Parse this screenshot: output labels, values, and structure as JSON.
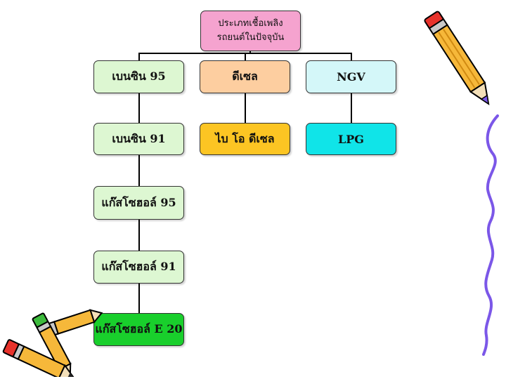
{
  "diagram": {
    "root": {
      "line1": "ประเภทเชื้อเพลิง",
      "line2": "รถยนต์ในปัจจุบัน",
      "color": "#f5a3cf"
    },
    "nodes": {
      "benzin95": {
        "label": "เบนซิน 95",
        "color": "#ddf7d2"
      },
      "diesel": {
        "label": "ดีเซล",
        "color": "#fdcea0"
      },
      "ngv": {
        "label": "NGV",
        "color": "#d4f7f9"
      },
      "benzin91": {
        "label": "เบนซิน 91",
        "color": "#ddf7d2"
      },
      "biodiesel": {
        "label": "ไบ โอ ดีเซล",
        "color": "#fcc523"
      },
      "lpg": {
        "label": "LPG",
        "color": "#10e4e8"
      },
      "gasohol95": {
        "label": "แก๊สโซฮอล์ 95",
        "color": "#ddf7d2"
      },
      "gasohol91": {
        "label": "แก๊สโซฮอล์ 91",
        "color": "#ddf7d2"
      },
      "gasoholE20": {
        "label": "แก๊สโซฮอล์ E 20",
        "color": "#19cf2c"
      }
    }
  },
  "decorations": {
    "pencil_right": "pencil-icon",
    "pencils_bottom_left": "pencils-icon",
    "squiggle": "squiggle-line-icon",
    "squiggle_color": "#7b57e8"
  }
}
